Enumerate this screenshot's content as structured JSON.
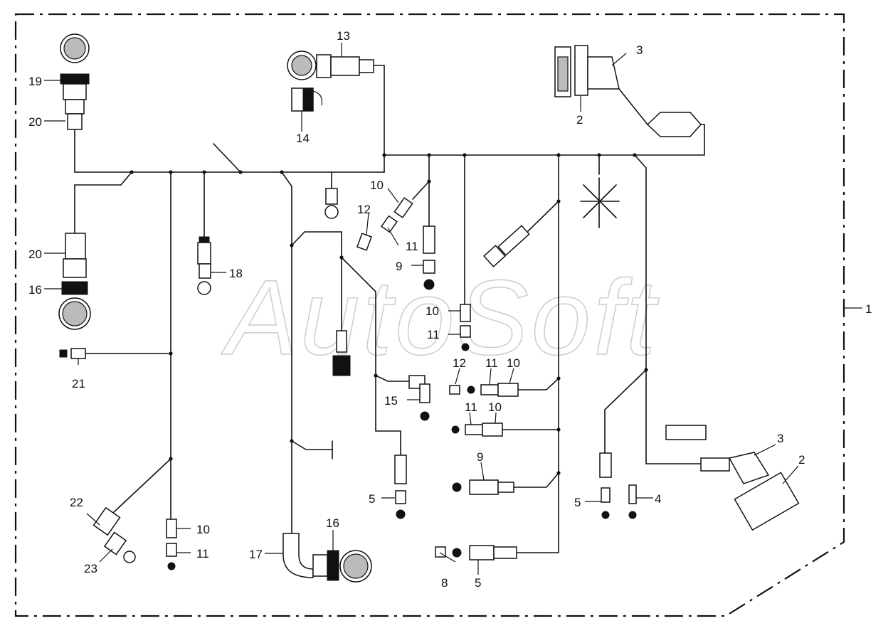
{
  "watermark": "AutoSoft",
  "callouts": [
    {
      "id": "c1",
      "text": "1"
    },
    {
      "id": "c2a",
      "text": "2"
    },
    {
      "id": "c2b",
      "text": "2"
    },
    {
      "id": "c3a",
      "text": "3"
    },
    {
      "id": "c3b",
      "text": "3"
    },
    {
      "id": "c4",
      "text": "4"
    },
    {
      "id": "c5a",
      "text": "5"
    },
    {
      "id": "c5b",
      "text": "5"
    },
    {
      "id": "c5c",
      "text": "5"
    },
    {
      "id": "c8",
      "text": "8"
    },
    {
      "id": "c9a",
      "text": "9"
    },
    {
      "id": "c9b",
      "text": "9"
    },
    {
      "id": "c10a",
      "text": "10"
    },
    {
      "id": "c10b",
      "text": "10"
    },
    {
      "id": "c10c",
      "text": "10"
    },
    {
      "id": "c10d",
      "text": "10"
    },
    {
      "id": "c10e",
      "text": "10"
    },
    {
      "id": "c11a",
      "text": "11"
    },
    {
      "id": "c11b",
      "text": "11"
    },
    {
      "id": "c11c",
      "text": "11"
    },
    {
      "id": "c11d",
      "text": "11"
    },
    {
      "id": "c11e",
      "text": "11"
    },
    {
      "id": "c12a",
      "text": "12"
    },
    {
      "id": "c12b",
      "text": "12"
    },
    {
      "id": "c13",
      "text": "13"
    },
    {
      "id": "c14",
      "text": "14"
    },
    {
      "id": "c15",
      "text": "15"
    },
    {
      "id": "c16a",
      "text": "16"
    },
    {
      "id": "c16b",
      "text": "16"
    },
    {
      "id": "c17",
      "text": "17"
    },
    {
      "id": "c18",
      "text": "18"
    },
    {
      "id": "c19",
      "text": "19"
    },
    {
      "id": "c20a",
      "text": "20"
    },
    {
      "id": "c20b",
      "text": "20"
    },
    {
      "id": "c21",
      "text": "21"
    },
    {
      "id": "c22",
      "text": "22"
    },
    {
      "id": "c23",
      "text": "23"
    }
  ]
}
